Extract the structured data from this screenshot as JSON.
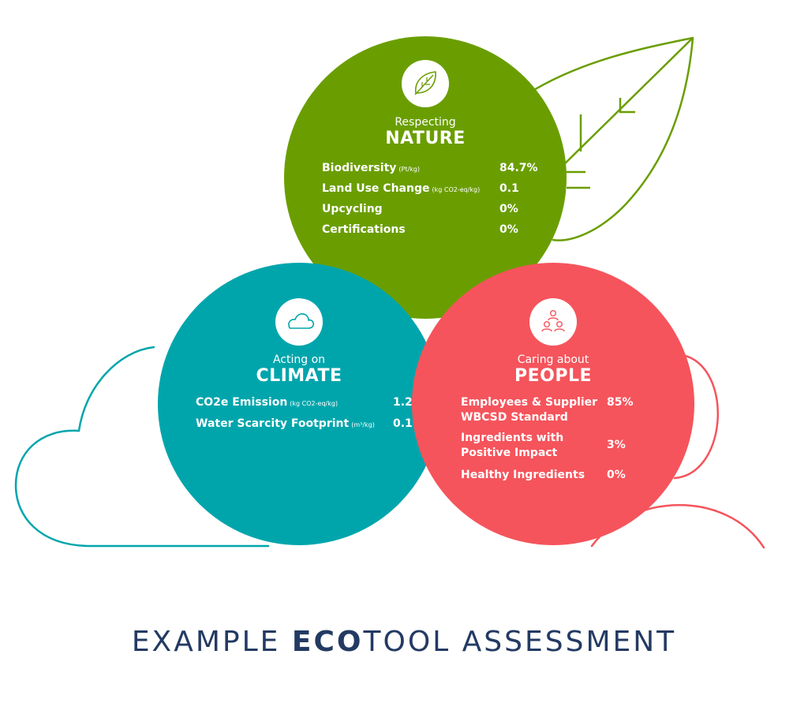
{
  "colors": {
    "nature": "#6a9e00",
    "climate": "#00a5ac",
    "people": "#f5545c",
    "footer": "#233a63"
  },
  "nature": {
    "icon": "leaf-icon",
    "subtitle": "Respecting",
    "title": "NATURE",
    "metrics": [
      {
        "label": "Biodiversity",
        "unit": "(Pt/kg)",
        "value": "84.7%"
      },
      {
        "label": "Land Use Change",
        "unit": "(kg CO2-eq/kg)",
        "value": "0.1"
      },
      {
        "label": "Upcycling",
        "unit": "",
        "value": "0%"
      },
      {
        "label": "Certifications",
        "unit": "",
        "value": "0%"
      }
    ]
  },
  "climate": {
    "icon": "cloud-icon",
    "subtitle": "Acting on",
    "title": "CLIMATE",
    "metrics": [
      {
        "label": "CO2e Emission",
        "unit": "(kg CO2-eq/kg)",
        "value": "1.2"
      },
      {
        "label": "Water Scarcity Footprint",
        "unit": "(m³/kg)",
        "value": "0.1"
      }
    ]
  },
  "people": {
    "icon": "people-network-icon",
    "subtitle": "Caring about",
    "title": "PEOPLE",
    "metrics": [
      {
        "label_line1": "Employees & Supplier",
        "label_line2": "WBCSD Standard",
        "value": "85%"
      },
      {
        "label_line1": "Ingredients with",
        "label_line2": "Positive Impact",
        "value": "3%"
      },
      {
        "label_line1": "Healthy Ingredients",
        "label_line2": "",
        "value": "0%"
      }
    ]
  },
  "footer": {
    "part1": "EXAMPLE ",
    "part2": "ECO",
    "part3": "TOOL ASSESSMENT"
  }
}
